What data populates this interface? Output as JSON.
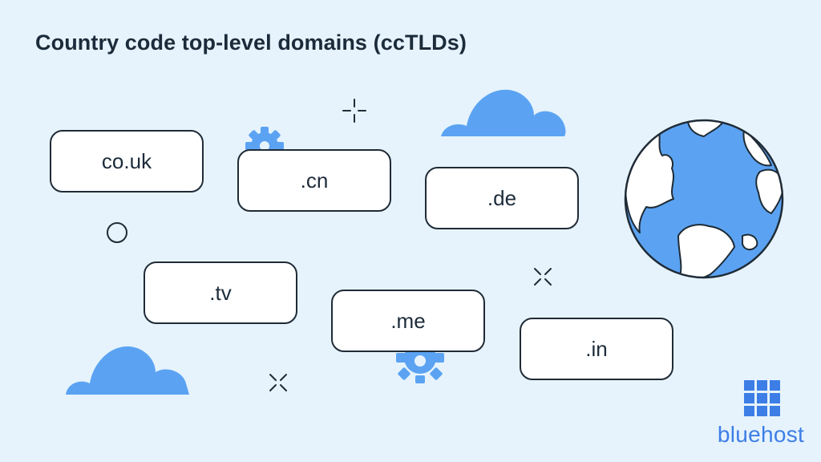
{
  "title": "Country code top-level domains (ccTLDs)",
  "domains": {
    "couk": "co.uk",
    "cn": ".cn",
    "de": ".de",
    "tv": ".tv",
    "me": ".me",
    "in": ".in"
  },
  "brand": {
    "name": "bluehost"
  },
  "colors": {
    "background": "#e6f3fd",
    "accent": "#5ba3f2",
    "outline": "#1f2b36",
    "brand": "#3d7ee6"
  },
  "icons": [
    "globe-icon",
    "cloud-icon",
    "gear-icon",
    "sparkle-icon",
    "circle-icon",
    "bluehost-logo-icon"
  ]
}
